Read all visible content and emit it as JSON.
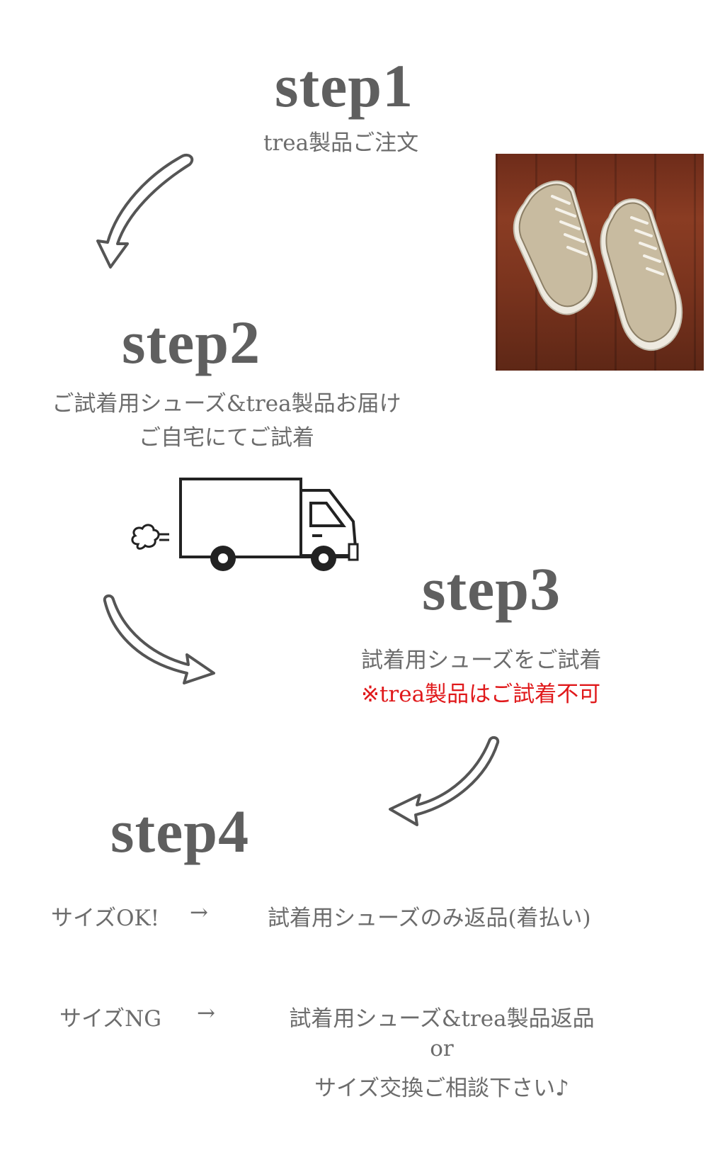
{
  "step1": {
    "title": "step1",
    "caption": "trea製品ご注文"
  },
  "step2": {
    "title": "step2",
    "caption_line1": "ご試着用シューズ&trea製品お届け",
    "caption_line2": "ご自宅にてご試着"
  },
  "step3": {
    "title": "step3",
    "caption_line1": "試着用シューズをご試着",
    "caption_line2": "※trea製品はご試着不可"
  },
  "step4": {
    "title": "step4",
    "ok": {
      "condition": "サイズOK!",
      "arrow": "→",
      "result": "試着用シューズのみ返品(着払い)"
    },
    "ng": {
      "condition": "サイズNG",
      "arrow": "→",
      "result_line1": "試着用シューズ&trea製品返品",
      "result_or": "or",
      "result_line2": "サイズ交換ご相談下さい♪"
    }
  },
  "colors": {
    "text": "#6c6c6c",
    "title": "#5f5f5f",
    "warning": "#e0191b"
  },
  "icons": [
    "curved-arrow-icon",
    "delivery-truck-icon",
    "shoes-photo"
  ]
}
